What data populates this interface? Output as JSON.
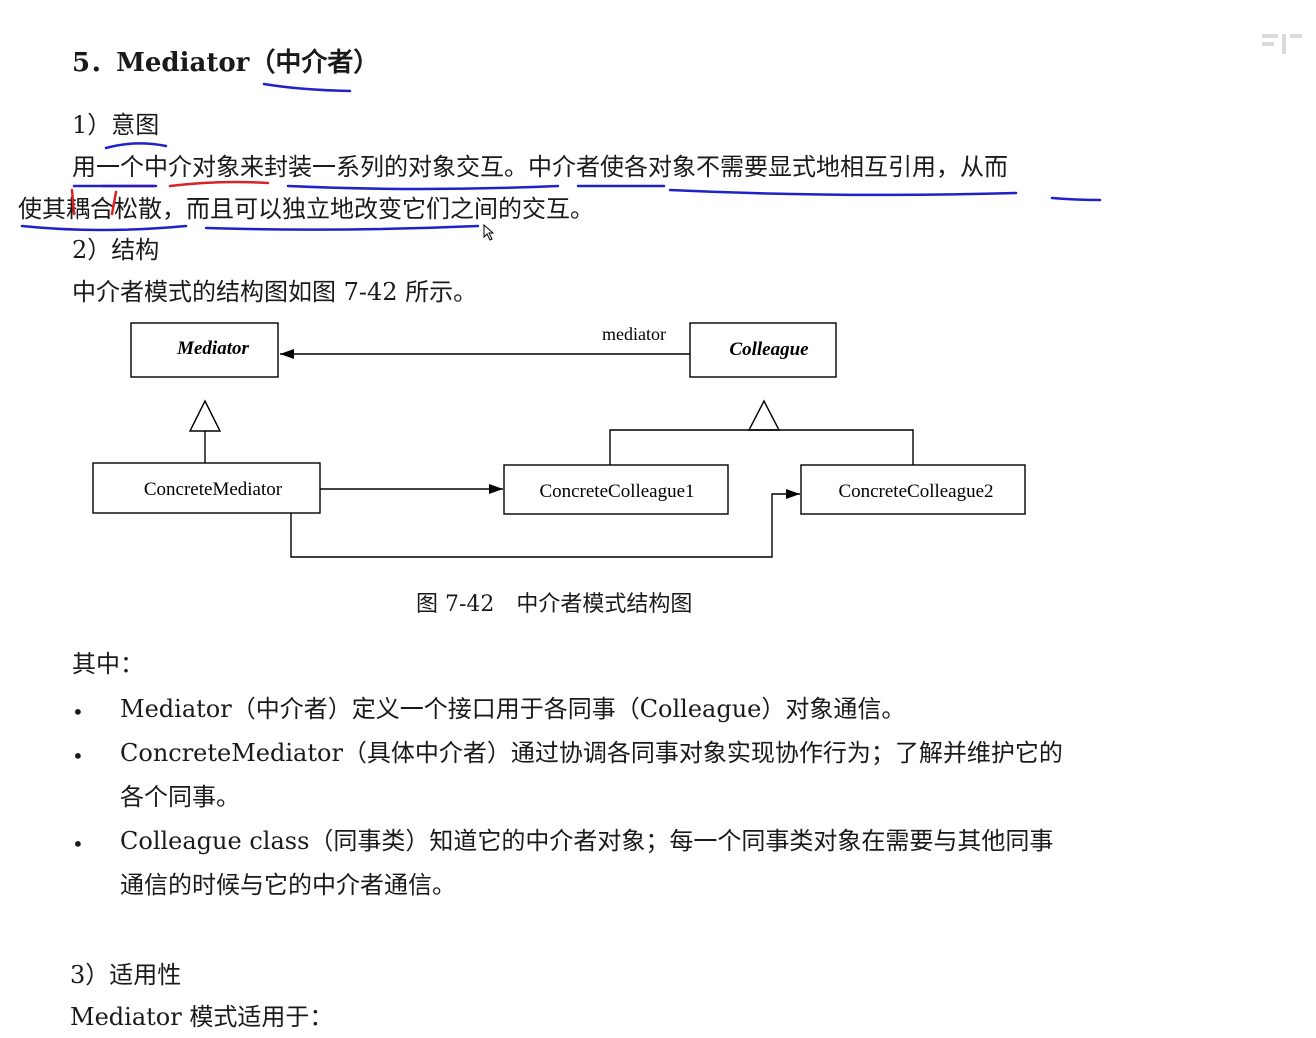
{
  "section": {
    "title": "5．Mediator（中介者）"
  },
  "intent": {
    "heading": "1）意图",
    "line1": "用一个中介对象来封装一系列的对象交互。中介者使各对象不需要显式地相互引用，从而",
    "line2": "使其耦合松散，而且可以独立地改变它们之间的交互。"
  },
  "structure": {
    "heading": "2）结构",
    "intro": "中介者模式的结构图如图 7-42 所示。",
    "diagram": {
      "mediator": "Mediator",
      "colleague": "Colleague",
      "association_label": "mediator",
      "concrete_mediator": "ConcreteMediator",
      "concrete_colleague1": "ConcreteColleague1",
      "concrete_colleague2": "ConcreteColleague2"
    },
    "caption": "图 7-42　中介者模式结构图"
  },
  "participants": {
    "heading": "其中：",
    "bullet_symbol": "•",
    "items": [
      {
        "lines": [
          "Mediator（中介者）定义一个接口用于各同事（Colleague）对象通信。"
        ]
      },
      {
        "lines": [
          "ConcreteMediator（具体中介者）通过协调各同事对象实现协作行为；了解并维护它的",
          "各个同事。"
        ]
      },
      {
        "lines": [
          "Colleague class（同事类）知道它的中介者对象；每一个同事类对象在需要与其他同事",
          "通信的时候与它的中介者通信。"
        ]
      }
    ]
  },
  "applicability": {
    "heading": "3）适用性",
    "intro": "Mediator 模式适用于："
  },
  "colors": {
    "annotation_blue": "#1e22c8",
    "annotation_red": "#d8222a"
  }
}
